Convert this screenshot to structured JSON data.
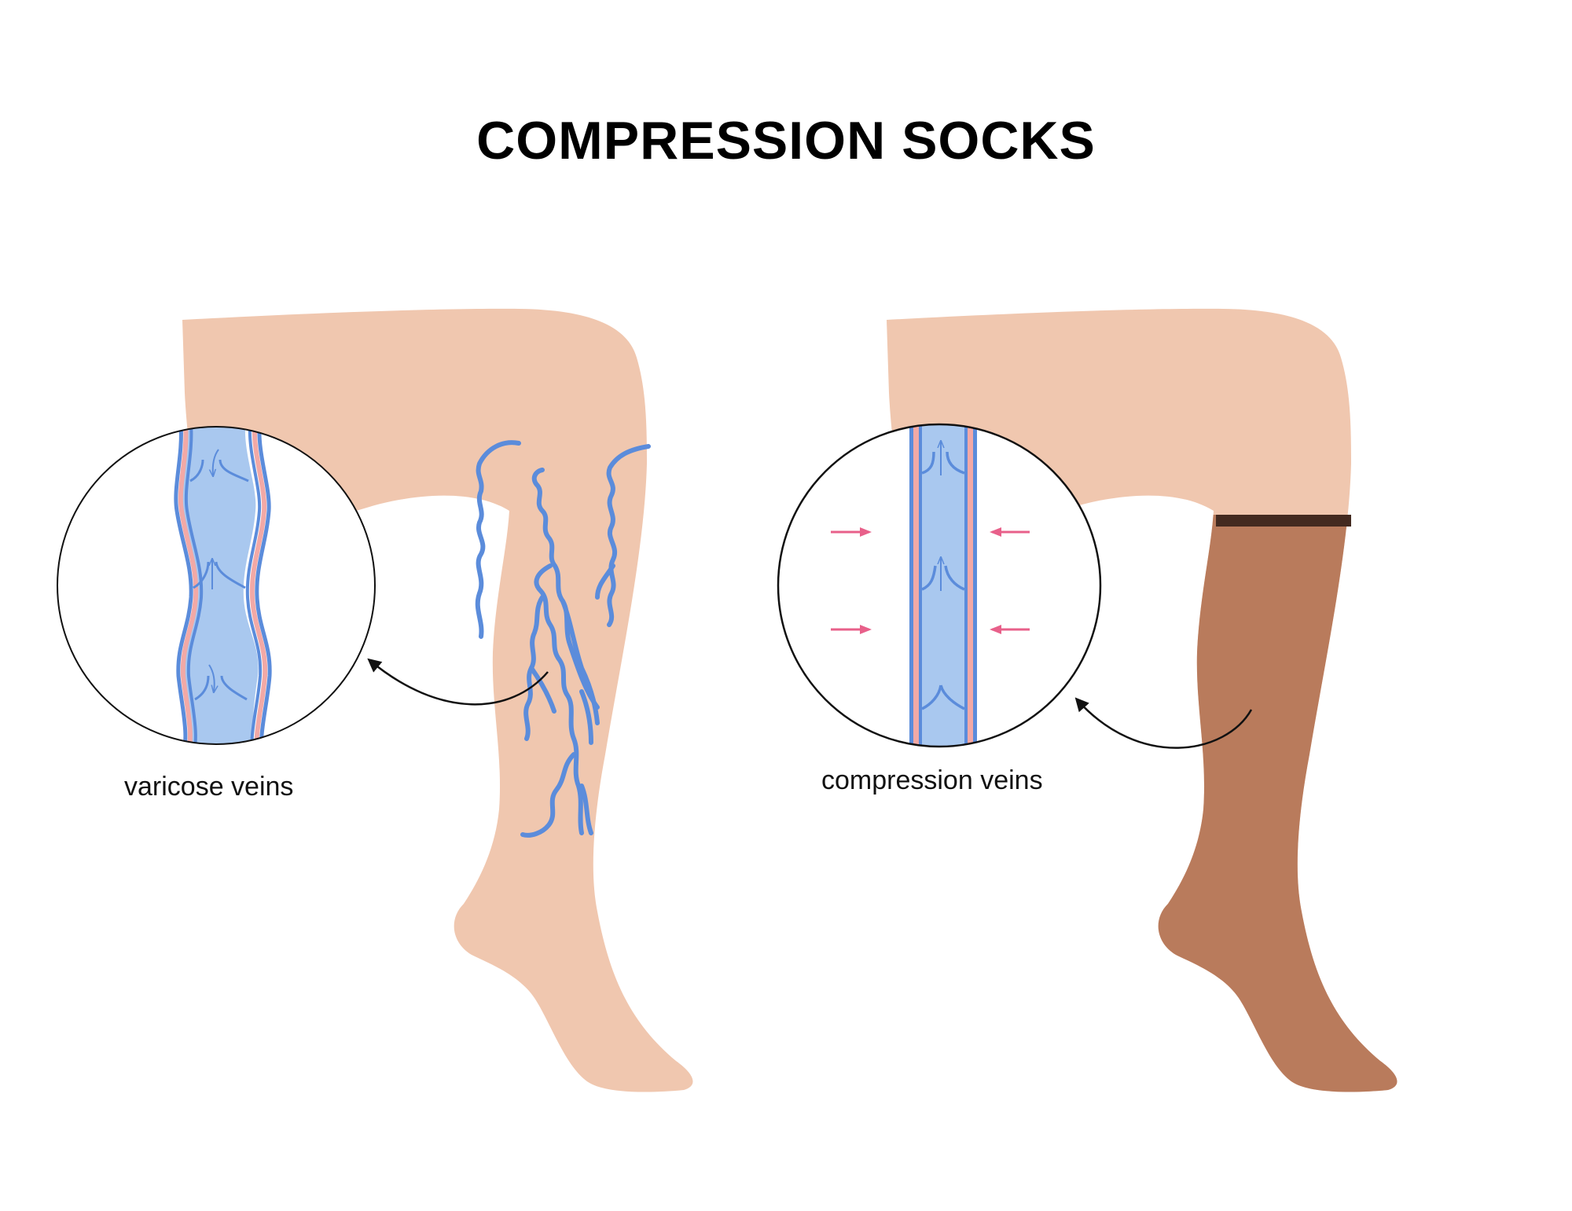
{
  "title": "COMPRESSION SOCKS",
  "panels": [
    {
      "id": "left",
      "label": "varicose veins",
      "leg": {
        "skin_color": "#F0C7AF",
        "has_varicose_veins": true,
        "vein_color": "#5B8CDB"
      },
      "magnifier": {
        "vein_state": "dilated, wavy walls",
        "valve_flow_arrows": [
          "down",
          "up",
          "down"
        ],
        "lumen_color": "#A9C8EF",
        "wall_color": "#5B8CDB",
        "inner_wall_color": "#F2A9A6"
      }
    },
    {
      "id": "right",
      "label": "compression veins",
      "leg": {
        "skin_color": "#F0C7AF",
        "sock_color": "#B97B5C",
        "sock_band_color": "#432A20"
      },
      "magnifier": {
        "vein_state": "straight, narrow walls",
        "valve_flow_arrows": [
          "up",
          "up",
          "up"
        ],
        "pressure_arrows": [
          "right",
          "right",
          "left",
          "left"
        ],
        "pressure_arrow_color": "#E8608A",
        "lumen_color": "#A9C8EF",
        "wall_color": "#5B8CDB",
        "inner_wall_color": "#F2A9A6"
      }
    }
  ],
  "colors": {
    "background": "#FFFFFF",
    "title_text": "#000000",
    "outline": "#111111"
  }
}
